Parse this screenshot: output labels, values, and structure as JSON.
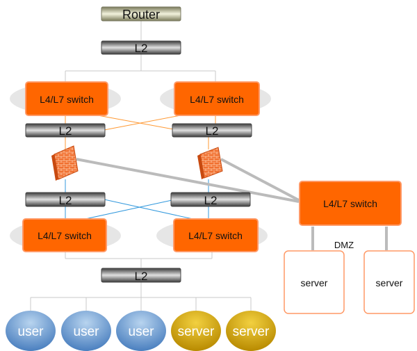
{
  "router": {
    "label": "Router"
  },
  "l2_top": {
    "label": "L2"
  },
  "l2_mid_left": {
    "label": "L2"
  },
  "l2_mid_right": {
    "label": "L2"
  },
  "l2_low_left": {
    "label": "L2"
  },
  "l2_low_right": {
    "label": "L2"
  },
  "l2_bottom": {
    "label": "L2"
  },
  "switch_top_left": {
    "label": "L4/L7 switch"
  },
  "switch_top_right": {
    "label": "L4/L7 switch"
  },
  "switch_low_left": {
    "label": "L4/L7 switch"
  },
  "switch_low_right": {
    "label": "L4/L7 switch"
  },
  "switch_dmz": {
    "label": "L4/L7 switch"
  },
  "dmz_label": "DMZ",
  "dmz_servers": [
    {
      "label": "server"
    },
    {
      "label": "server"
    }
  ],
  "endpoints": [
    {
      "label": "user",
      "kind": "user"
    },
    {
      "label": "user",
      "kind": "user"
    },
    {
      "label": "user",
      "kind": "user"
    },
    {
      "label": "server",
      "kind": "server"
    },
    {
      "label": "server",
      "kind": "server"
    }
  ],
  "colors": {
    "switch_fill": "#ff6600",
    "switch_border": "#ff9966",
    "halo": "#e6e6e6",
    "orange_link": "#ff9933",
    "blue_link": "#3399dd",
    "grey_link": "#c8c8c8",
    "firewall_link": "#bbbbbb",
    "user_fill": "#6b9cd0",
    "server_fill": "#d4a000"
  }
}
